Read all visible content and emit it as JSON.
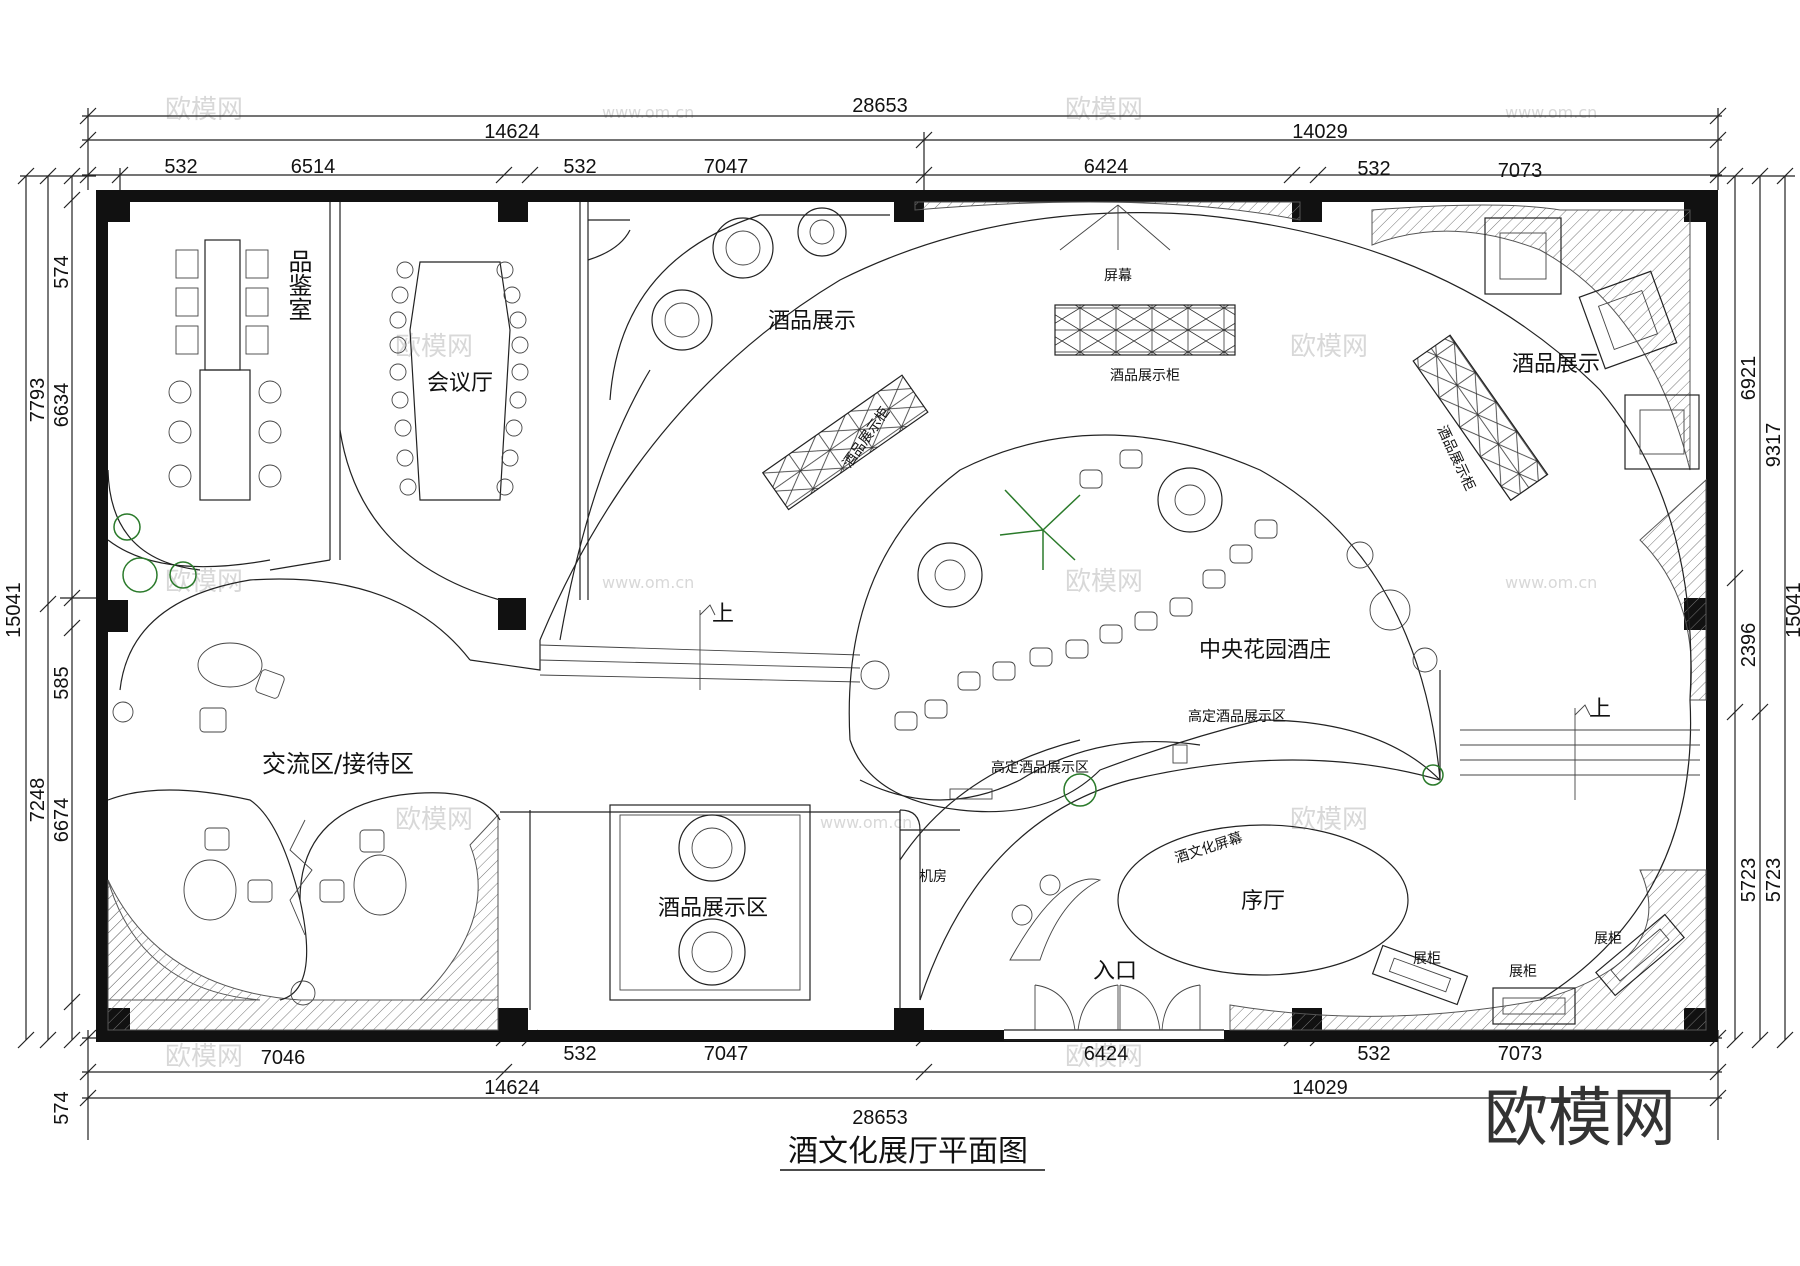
{
  "drawing": {
    "title": "酒文化展厅平面图",
    "brand": "欧模网",
    "watermark": "欧模网",
    "watermark_url": "www.om.cn"
  },
  "dimensions": {
    "top": {
      "total": "28653",
      "left_half": "14624",
      "right_half": "14029",
      "segments": [
        "532",
        "6514",
        "532",
        "7047",
        "6424",
        "532",
        "7073"
      ]
    },
    "bottom": {
      "total": "28653",
      "left_half": "14624",
      "right_half": "14029",
      "segments": [
        "7046",
        "532",
        "7047",
        "6424",
        "532",
        "7073"
      ]
    },
    "left": {
      "total": "15041",
      "outer": [
        "7793",
        "7248"
      ],
      "inner": [
        "574",
        "6634",
        "585",
        "6674",
        "574"
      ]
    },
    "right": {
      "total": "15041",
      "outer": [
        "9317",
        "5723"
      ],
      "inner": [
        "6921",
        "2396",
        "5723"
      ]
    }
  },
  "rooms": {
    "tasting": "品鉴室",
    "meeting": "会议厅",
    "exchange": "交流区/接待区",
    "wine_display_top": "酒品展示",
    "wine_display_right": "酒品展示",
    "screen": "屏幕",
    "cabinet_center": "酒品展示柜",
    "cabinet_left": "酒品展示柜",
    "cabinet_right": "酒品展示柜",
    "garden": "中央花园酒庄",
    "custom_zone_1": "高定酒品展示区",
    "custom_zone_2": "高定酒品展示区",
    "display_area": "酒品展示区",
    "machine_room": "机房",
    "culture_screen": "酒文化屏幕",
    "lobby": "序厅",
    "entrance": "入口",
    "showcase_1": "展柜",
    "showcase_2": "展柜",
    "showcase_3": "展柜",
    "up_left": "上",
    "up_right": "上"
  }
}
